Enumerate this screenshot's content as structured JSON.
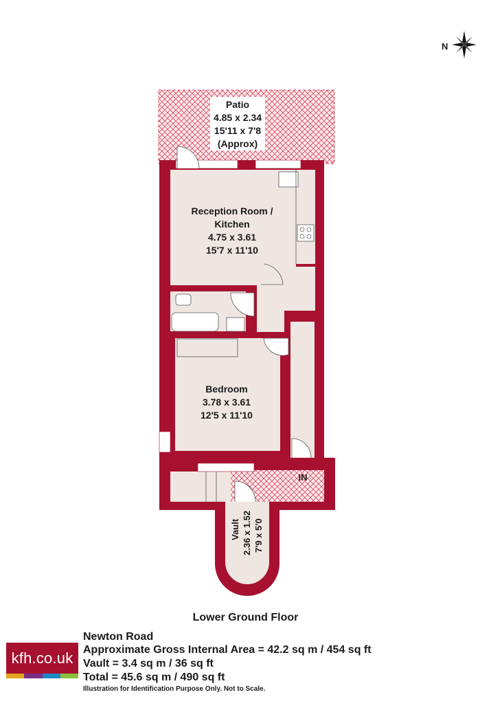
{
  "compass": {
    "direction_label": "N",
    "icon": "compass-rose-icon"
  },
  "rooms": {
    "patio": {
      "name": "Patio",
      "metric": "4.85 x 2.34",
      "imperial": "15'11 x 7'8",
      "note": "(Approx)"
    },
    "reception": {
      "name_line1": "Reception Room /",
      "name_line2": "Kitchen",
      "metric": "4.75 x 3.61",
      "imperial": "15'7 x 11'10"
    },
    "bedroom": {
      "name": "Bedroom",
      "metric": "3.78 x 3.61",
      "imperial": "12'5 x 11'10"
    },
    "vault": {
      "name": "Vault",
      "metric": "2.36 x 1.52",
      "imperial": "7'9 x 5'0"
    }
  },
  "entrance_label": "IN",
  "floor_title": "Lower Ground Floor",
  "summary": {
    "property_name": "Newton Road",
    "gross_area": "Approximate Gross Internal Area = 42.2 sq m / 454 sq ft",
    "vault_area": "Vault = 3.4 sq m / 36 sq ft",
    "total_area": "Total = 45.6 sq m / 490 sq ft",
    "disclaimer": "Illustration for Identification Purpose Only. Not to Scale."
  },
  "logo": {
    "text": "kfh.co.uk",
    "strip_colors": [
      "#e2a51f",
      "#7b2d83",
      "#1e88c5",
      "#8bbf3c"
    ]
  },
  "colors": {
    "wall": "#a8102f",
    "floor": "#efe6e1",
    "hatch": "#d9475c"
  }
}
